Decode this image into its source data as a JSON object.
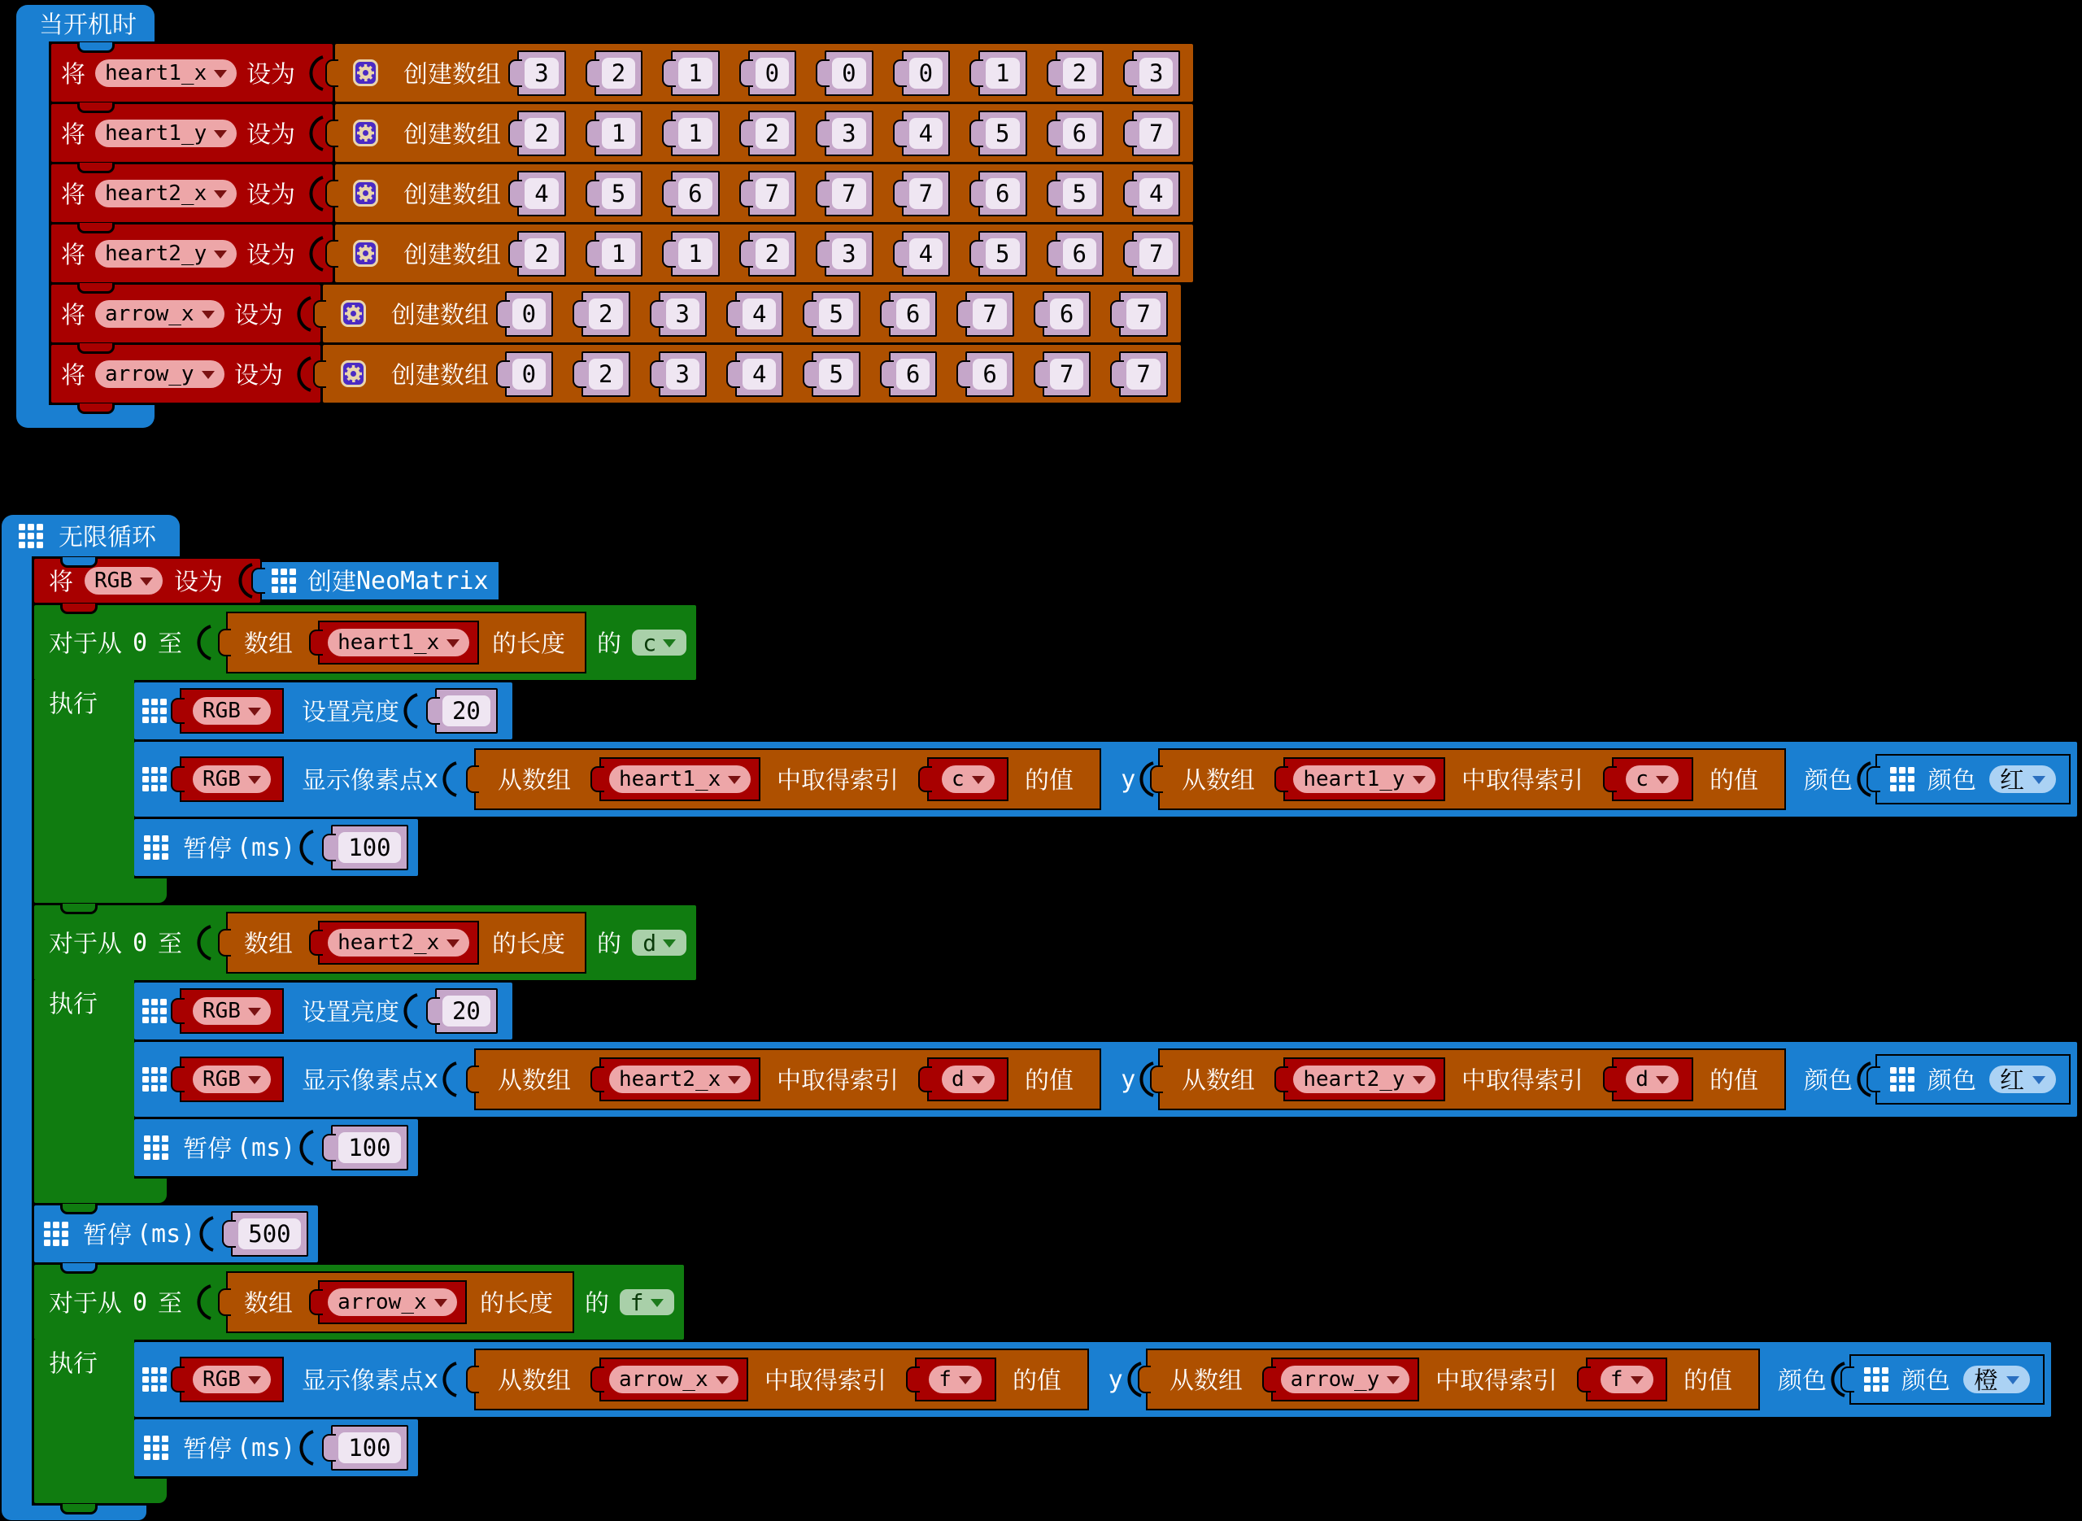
{
  "workspace": {
    "background": "#000000"
  },
  "icons": {
    "grid": "led-grid-icon",
    "gear": "gear-icon",
    "dropdown": "dropdown-arrow-icon"
  },
  "colors": {
    "block_blue": "#1a7fd1",
    "block_green": "#107c10",
    "block_red": "#a80000",
    "block_orange": "#a94400",
    "number_slot": "#c5a6c9",
    "number_field": "#efe6f2",
    "variable_pill": "#eda6a8",
    "loop_index_pill": "#a9d0a9",
    "color_pill": "#abd2f4",
    "gear_badge": "#4b2bc4",
    "text_white": "#ffffff",
    "text_black": "#000000"
  },
  "on_start": {
    "hat_label": "当开机时",
    "set_word": "将",
    "to_word": "设为",
    "create_array_label": "创建数组",
    "rows": [
      {
        "variable": "heart1_x",
        "values": [
          "3",
          "2",
          "1",
          "0",
          "0",
          "0",
          "1",
          "2",
          "3"
        ]
      },
      {
        "variable": "heart1_y",
        "values": [
          "2",
          "1",
          "1",
          "2",
          "3",
          "4",
          "5",
          "6",
          "7"
        ]
      },
      {
        "variable": "heart2_x",
        "values": [
          "4",
          "5",
          "6",
          "7",
          "7",
          "7",
          "6",
          "5",
          "4"
        ]
      },
      {
        "variable": "heart2_y",
        "values": [
          "2",
          "1",
          "1",
          "2",
          "3",
          "4",
          "5",
          "6",
          "7"
        ]
      },
      {
        "variable": "arrow_x",
        "values": [
          "0",
          "2",
          "3",
          "4",
          "5",
          "6",
          "7",
          "6",
          "7"
        ]
      },
      {
        "variable": "arrow_y",
        "values": [
          "0",
          "2",
          "3",
          "4",
          "5",
          "6",
          "6",
          "7",
          "7"
        ]
      }
    ]
  },
  "forever": {
    "hat_label": "无限循环",
    "set_word": "将",
    "to_word": "设为",
    "rgb_variable": "RGB",
    "neomatrix_cjk": "创建",
    "neomatrix_ascii": "NeoMatrix",
    "do_label": "执行",
    "for_prefix": "对于从",
    "for_zero": "0",
    "for_to": "至",
    "array_word": "数组",
    "length_word": "的长度",
    "of_word": "的",
    "from_array_word": "从数组",
    "get_index_word": "中取得索引",
    "value_word": "的值",
    "y_word": "y",
    "color_word": "颜色",
    "brightness_word": "设置亮度",
    "pixel_word_cjk": "显示像素点",
    "pixel_word_x": "x",
    "pause_cjk": "暂停",
    "pause_ms": "(ms)",
    "pause_between_value": "500",
    "loops": [
      {
        "x_var": "heart1_x",
        "y_var": "heart1_y",
        "index_var": "c",
        "has_brightness": true,
        "has_pause_after": false,
        "brightness_value": "20",
        "device": "RGB",
        "color_value": "红",
        "pause_value": "100"
      },
      {
        "x_var": "heart2_x",
        "y_var": "heart2_y",
        "index_var": "d",
        "has_brightness": true,
        "has_pause_after": true,
        "brightness_value": "20",
        "device": "RGB",
        "color_value": "红",
        "pause_value": "100"
      },
      {
        "x_var": "arrow_x",
        "y_var": "arrow_y",
        "index_var": "f",
        "has_brightness": false,
        "has_pause_after": false,
        "brightness_value": "",
        "device": "RGB",
        "color_value": "橙",
        "pause_value": "100"
      }
    ]
  }
}
